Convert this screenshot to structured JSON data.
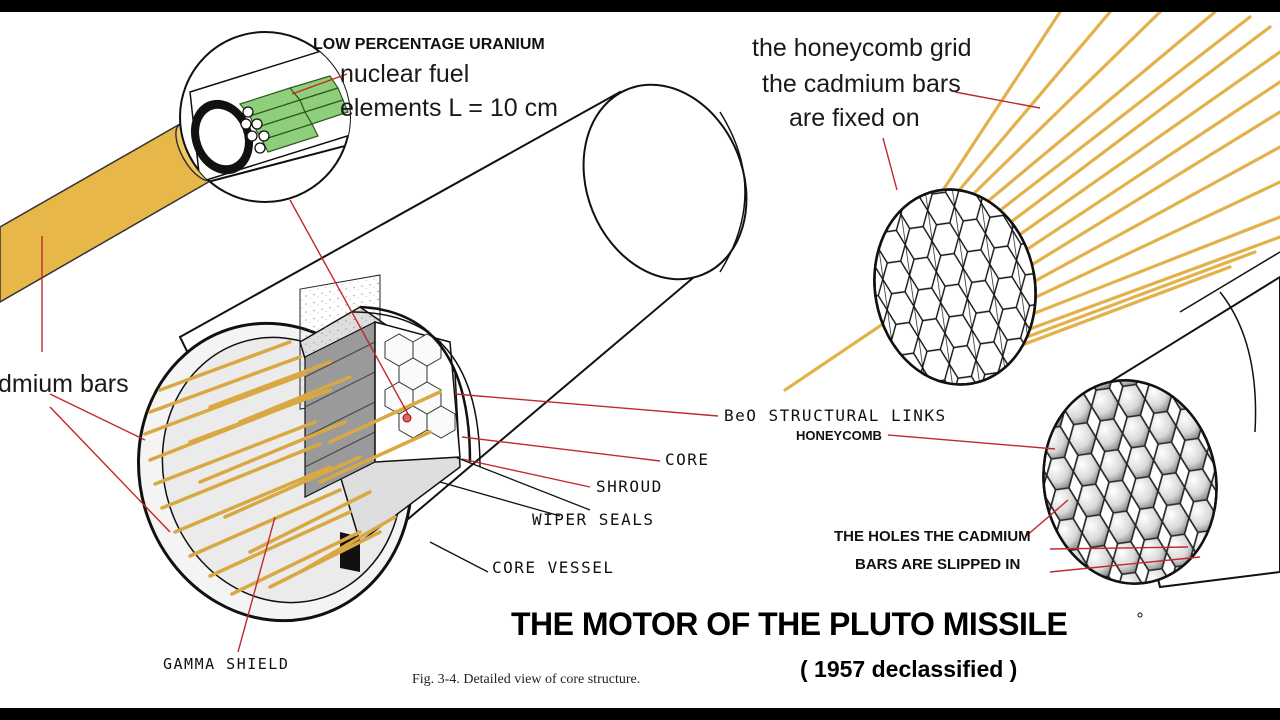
{
  "labels": {
    "low_percentage_uranium": "LOW PERCENTAGE URANIUM",
    "nuclear_fuel_line1": "nuclear fuel",
    "nuclear_fuel_line2": "elements L = 10 cm",
    "honeycomb_grid_line1": "the honeycomb grid",
    "honeycomb_grid_line2": "the cadmium bars",
    "honeycomb_grid_line3": "are fixed  on",
    "cadmium_bars": "dmium bars",
    "beo_structural_links": "BeO STRUCTURAL LINKS",
    "honeycomb": "HONEYCOMB",
    "core": "CORE",
    "shroud": "SHROUD",
    "wiper_seals": "WIPER SEALS",
    "core_vessel": "CORE  VESSEL",
    "gamma_shield": "GAMMA SHIELD",
    "holes_line1": "THE HOLES THE CADMIUM",
    "holes_line2": "BARS ARE SLIPPED IN",
    "main_title": "THE MOTOR OF THE PLUTO MISSILE",
    "declassified": "( 1957 declassified )",
    "fig_caption": "Fig. 3-4.   Detailed view of core structure."
  },
  "colors": {
    "annotation_line": "#c0282c",
    "cadmium_bar": "#e8b74a",
    "fuel_element": "#8fce7a",
    "background": "#ffffff",
    "frame": "#000000"
  }
}
